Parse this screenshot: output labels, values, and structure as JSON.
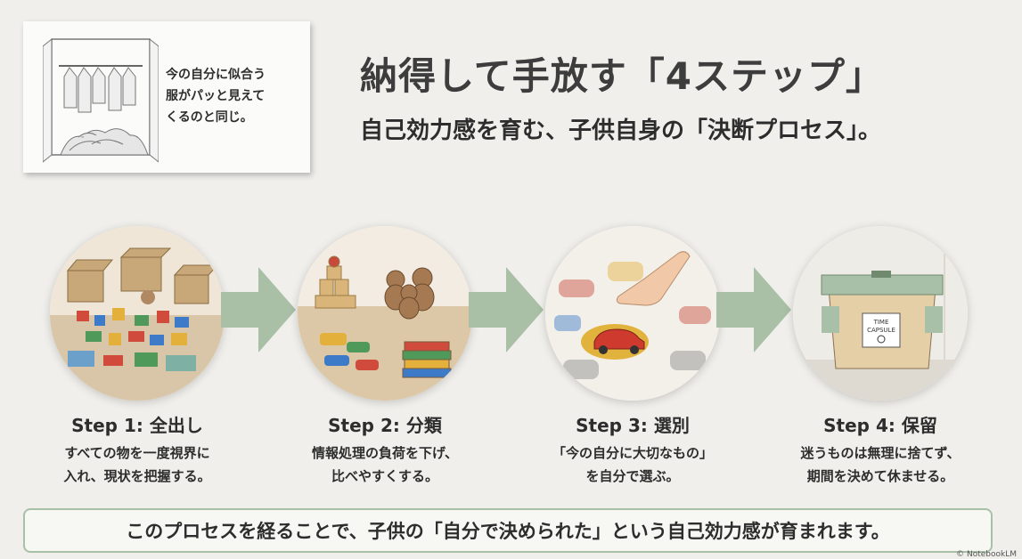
{
  "note": {
    "text": "今の自分に似合う\n服がパッと見えて\nくるのと同じ。"
  },
  "header": {
    "title": "納得して手放す「4ステップ」",
    "subtitle": "自己効力感を育む、子供自身の「決断プロセス」。"
  },
  "steps": [
    {
      "title": "Step 1: 全出し",
      "desc": "すべての物を一度視界に\n入れ、現状を把握する。",
      "icon": "toys-pile-illustration"
    },
    {
      "title": "Step 2: 分類",
      "desc": "情報処理の負荷を下げ、\n比べやすくする。",
      "icon": "sorted-toys-illustration"
    },
    {
      "title": "Step 3: 選別",
      "desc": "「今の自分に大切なもの」\nを自分で選ぶ。",
      "icon": "pointing-hand-car-illustration"
    },
    {
      "title": "Step 4: 保留",
      "desc": "迷うものは無理に捨てず、\n期間を決めて休ませる。",
      "icon": "time-capsule-box-illustration"
    }
  ],
  "capsule_label": "TIME\nCAPSULE",
  "banner": {
    "text": "このプロセスを経ることで、子供の「自分で決められた」という自己効力感が育まれます。"
  },
  "credit": "© NotebookLM",
  "colors": {
    "arrow": "#a9bfa6",
    "banner_border": "#a9c0a8",
    "background": "#f0efeb"
  }
}
